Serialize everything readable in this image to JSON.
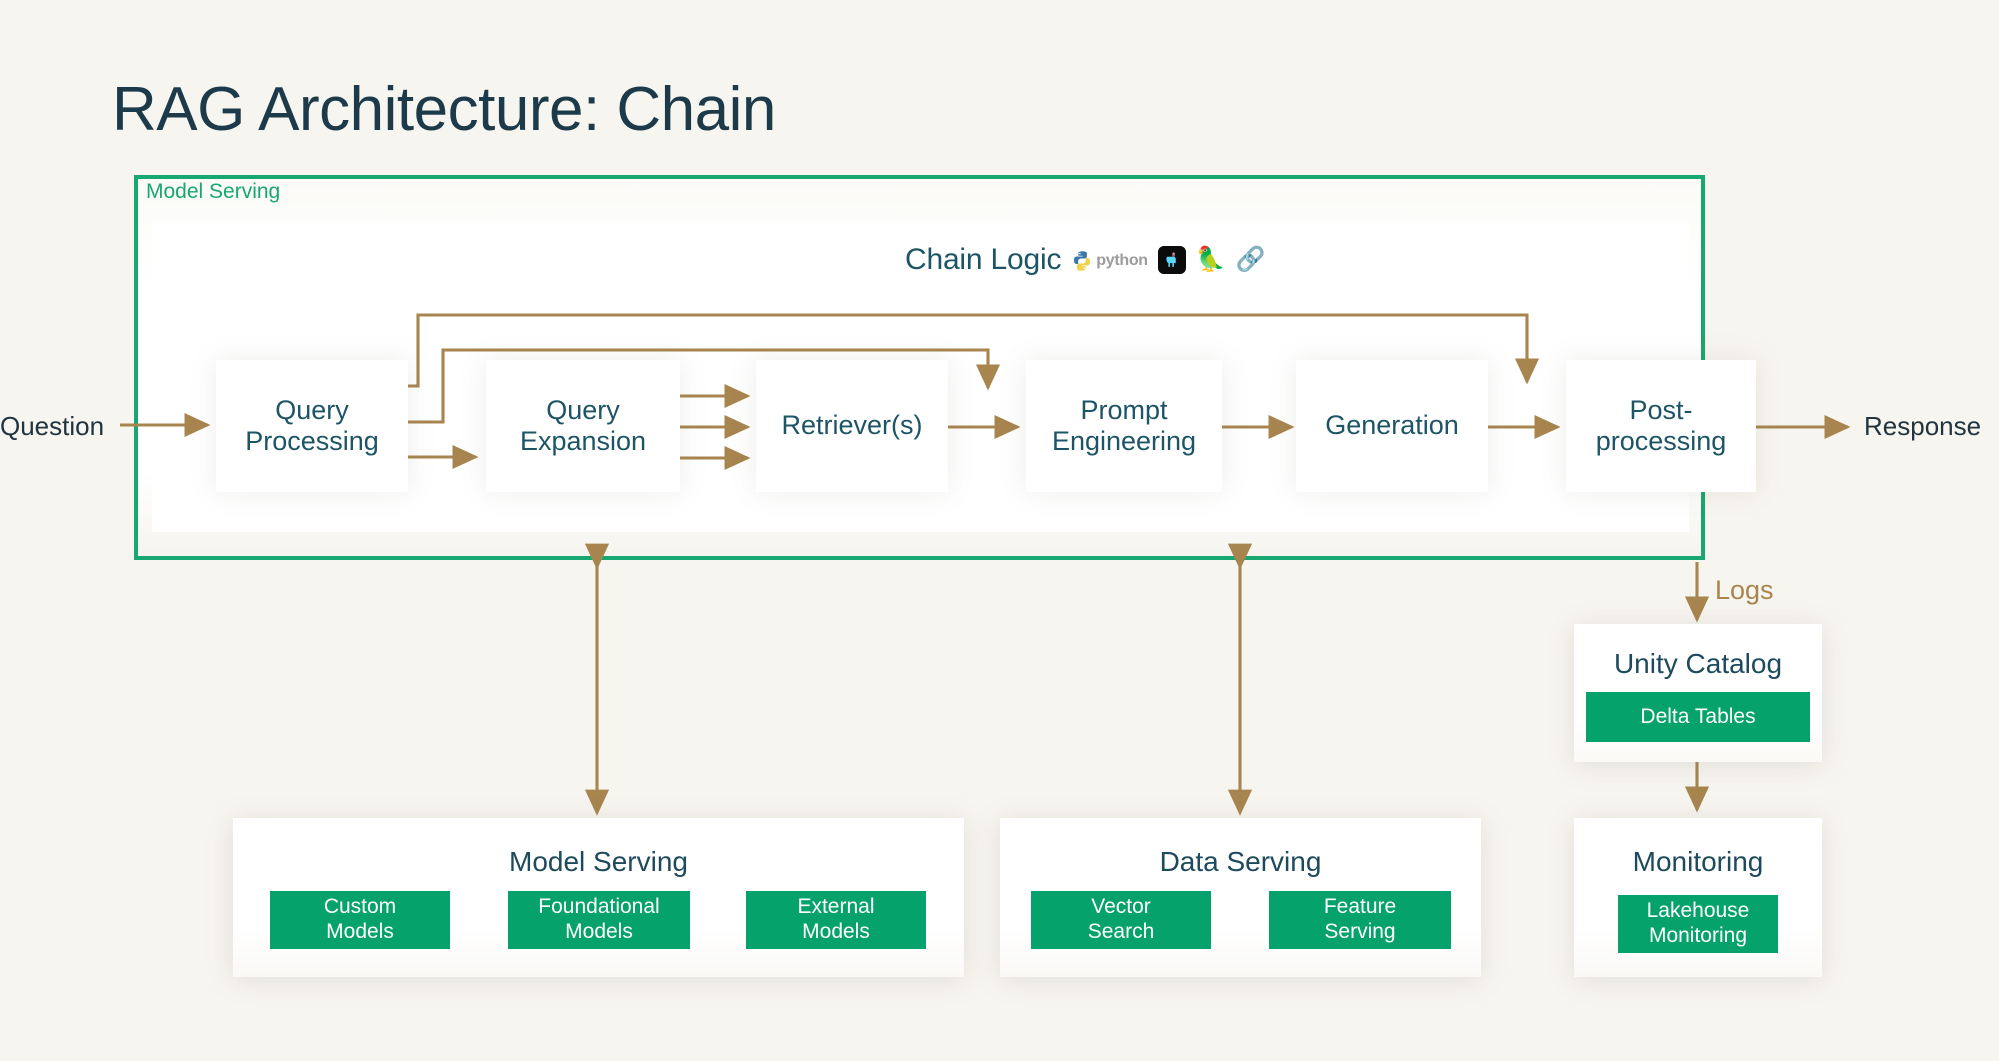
{
  "page": {
    "title": "RAG Architecture: Chain",
    "background_color": "#f7f5ef",
    "accent_green": "#06a26b",
    "border_green": "#16a870",
    "text_navy": "#1d5566",
    "arrow_brown": "#a8854f"
  },
  "model_serving_container": {
    "label": "Model Serving",
    "chain_logic": {
      "label": "Chain Logic",
      "icons": [
        {
          "name": "python-logo-icon",
          "alt": "python"
        },
        {
          "name": "llamaindex-logo-icon",
          "alt": "LlamaIndex"
        },
        {
          "name": "parrot-emoji-icon",
          "glyph": "🦜"
        },
        {
          "name": "chain-link-emoji-icon",
          "glyph": "🔗"
        }
      ]
    },
    "chain_steps": [
      {
        "id": "query-processing",
        "label": "Query\nProcessing",
        "line1": "Query",
        "line2": "Processing"
      },
      {
        "id": "query-expansion",
        "label": "Query\nExpansion",
        "line1": "Query",
        "line2": "Expansion"
      },
      {
        "id": "retrievers",
        "label": "Retriever(s)",
        "line1": "Retriever(s)",
        "line2": ""
      },
      {
        "id": "prompt-engineering",
        "label": "Prompt\nEngineering",
        "line1": "Prompt",
        "line2": "Engineering"
      },
      {
        "id": "generation",
        "label": "Generation",
        "line1": "Generation",
        "line2": ""
      },
      {
        "id": "post-processing",
        "label": "Post-\nprocessing",
        "line1": "Post-",
        "line2": "processing"
      }
    ]
  },
  "endpoints": {
    "input_label": "Question",
    "output_label": "Response"
  },
  "edges": {
    "logs_label": "Logs"
  },
  "bottom_panels": [
    {
      "id": "model-serving",
      "title": "Model Serving",
      "chips": [
        {
          "id": "custom-models",
          "line1": "Custom",
          "line2": "Models"
        },
        {
          "id": "foundational-models",
          "line1": "Foundational",
          "line2": "Models"
        },
        {
          "id": "external-models",
          "line1": "External",
          "line2": "Models"
        }
      ]
    },
    {
      "id": "data-serving",
      "title": "Data Serving",
      "chips": [
        {
          "id": "vector-search",
          "line1": "Vector",
          "line2": "Search"
        },
        {
          "id": "feature-serving",
          "line1": "Feature",
          "line2": "Serving"
        }
      ]
    },
    {
      "id": "unity-catalog",
      "title": "Unity Catalog",
      "chips": [
        {
          "id": "delta-tables",
          "line1": "Delta Tables",
          "line2": ""
        }
      ]
    },
    {
      "id": "monitoring",
      "title": "Monitoring",
      "chips": [
        {
          "id": "lakehouse-monitoring",
          "line1": "Lakehouse",
          "line2": "Monitoring"
        }
      ]
    }
  ]
}
